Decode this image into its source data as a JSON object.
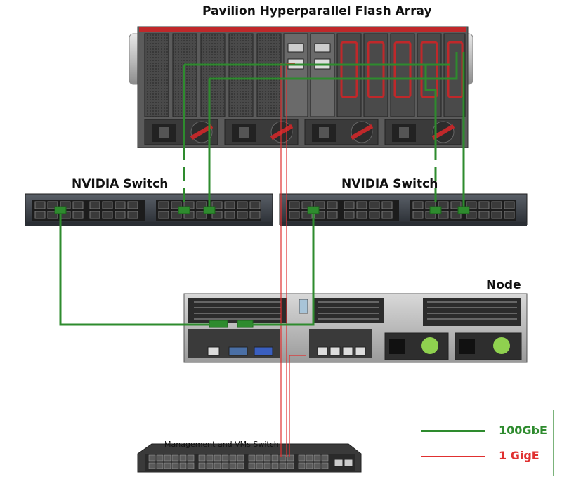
{
  "labels": {
    "array_title": "Pavilion Hyperparallel Flash Array",
    "switch_left": "NVIDIA Switch",
    "switch_right": "NVIDIA Switch",
    "node": "Node",
    "mgmt_switch": "Management and VMs Switch"
  },
  "legend": {
    "items": [
      {
        "label": "100GbE",
        "color": "#2e8b2e"
      },
      {
        "label": "1 GigE",
        "color": "#e03030"
      }
    ]
  },
  "colors": {
    "link_100gbe": "#2e8b2e",
    "link_1gige": "#e03030",
    "chassis_dark": "#3a3a3a",
    "array_accent": "#c0282a"
  }
}
